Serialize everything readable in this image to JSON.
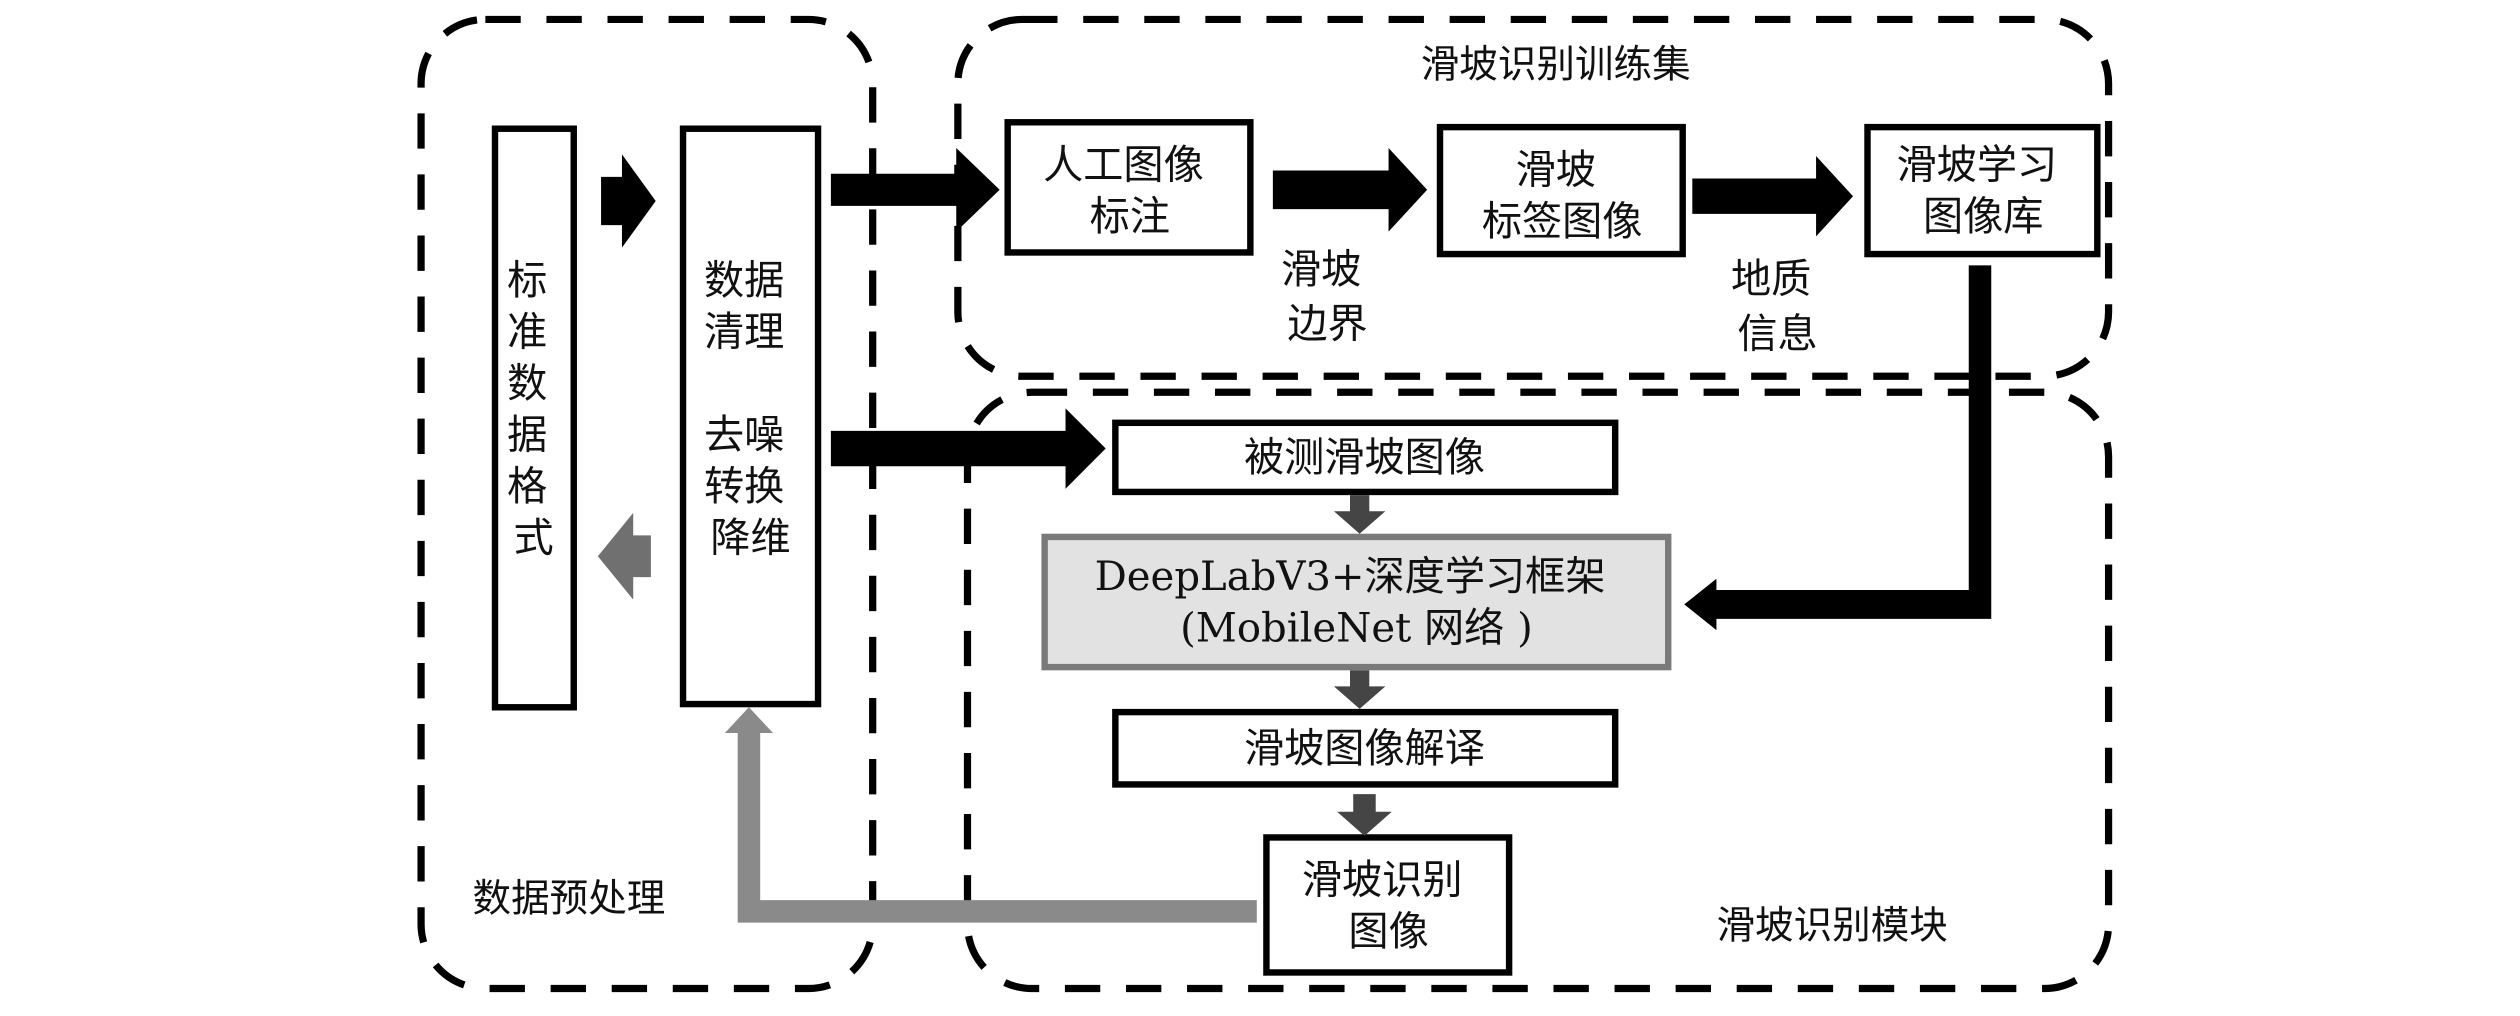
{
  "diagram": {
    "groups": {
      "preprocessing": {
        "label": "数据预处理"
      },
      "training_set": {
        "label": "滑坡识别训练集"
      },
      "recognition_module": {
        "label": "滑坡识别模块"
      }
    },
    "nodes": {
      "standard_format": {
        "label_lines": [
          "标",
          "准",
          "数",
          "据",
          "格",
          "式"
        ]
      },
      "data_cleaning": {
        "label_lines": [
          "数据",
          "清理",
          "",
          "去噪",
          "转换",
          "降维"
        ]
      },
      "manual_annotation": {
        "label_lines": [
          "人工图像",
          "标注"
        ]
      },
      "label_image": {
        "label_lines": [
          "滑坡",
          "标签图像"
        ]
      },
      "learning_library": {
        "label_lines": [
          "滑坡学习",
          "图像库"
        ]
      },
      "test_image": {
        "label_lines": [
          "被测滑坡图像"
        ]
      },
      "deeplab": {
        "label_lines": [
          "DeepLabV3+深度学习框架",
          "(MobileNet 网络 )"
        ]
      },
      "interpretation": {
        "label_lines": [
          "滑坡图像解译"
        ]
      },
      "recognition_image": {
        "label_lines": [
          "滑坡识别",
          "图像"
        ]
      }
    },
    "edge_labels": {
      "landslide_boundary": {
        "label_lines": [
          "滑坡",
          "边界"
        ]
      },
      "geological_info": {
        "label_lines": [
          "地质",
          "信息"
        ]
      }
    },
    "edges": [
      {
        "from": "standard_format",
        "to": "data_cleaning",
        "style": "black"
      },
      {
        "from": "data_cleaning",
        "to": "standard_format",
        "style": "gray"
      },
      {
        "from": "data_cleaning",
        "to": "manual_annotation",
        "style": "black"
      },
      {
        "from": "manual_annotation",
        "to": "label_image",
        "style": "black",
        "label": "landslide_boundary"
      },
      {
        "from": "label_image",
        "to": "learning_library",
        "style": "black",
        "label": "geological_info"
      },
      {
        "from": "data_cleaning",
        "to": "test_image",
        "style": "black"
      },
      {
        "from": "learning_library",
        "to": "deeplab",
        "style": "black"
      },
      {
        "from": "test_image",
        "to": "deeplab",
        "style": "dark-gray"
      },
      {
        "from": "deeplab",
        "to": "interpretation",
        "style": "dark-gray"
      },
      {
        "from": "interpretation",
        "to": "recognition_image",
        "style": "dark-gray"
      },
      {
        "from": "recognition_image",
        "to": "data_cleaning",
        "style": "gray"
      }
    ],
    "colors": {
      "stroke": "#000000",
      "deeplab_fill": "#e2e2e2",
      "deeplab_border": "#7a7a7a",
      "feedback_arrow": "#8a8a8a",
      "flow_arrow_dark": "#454545"
    }
  }
}
